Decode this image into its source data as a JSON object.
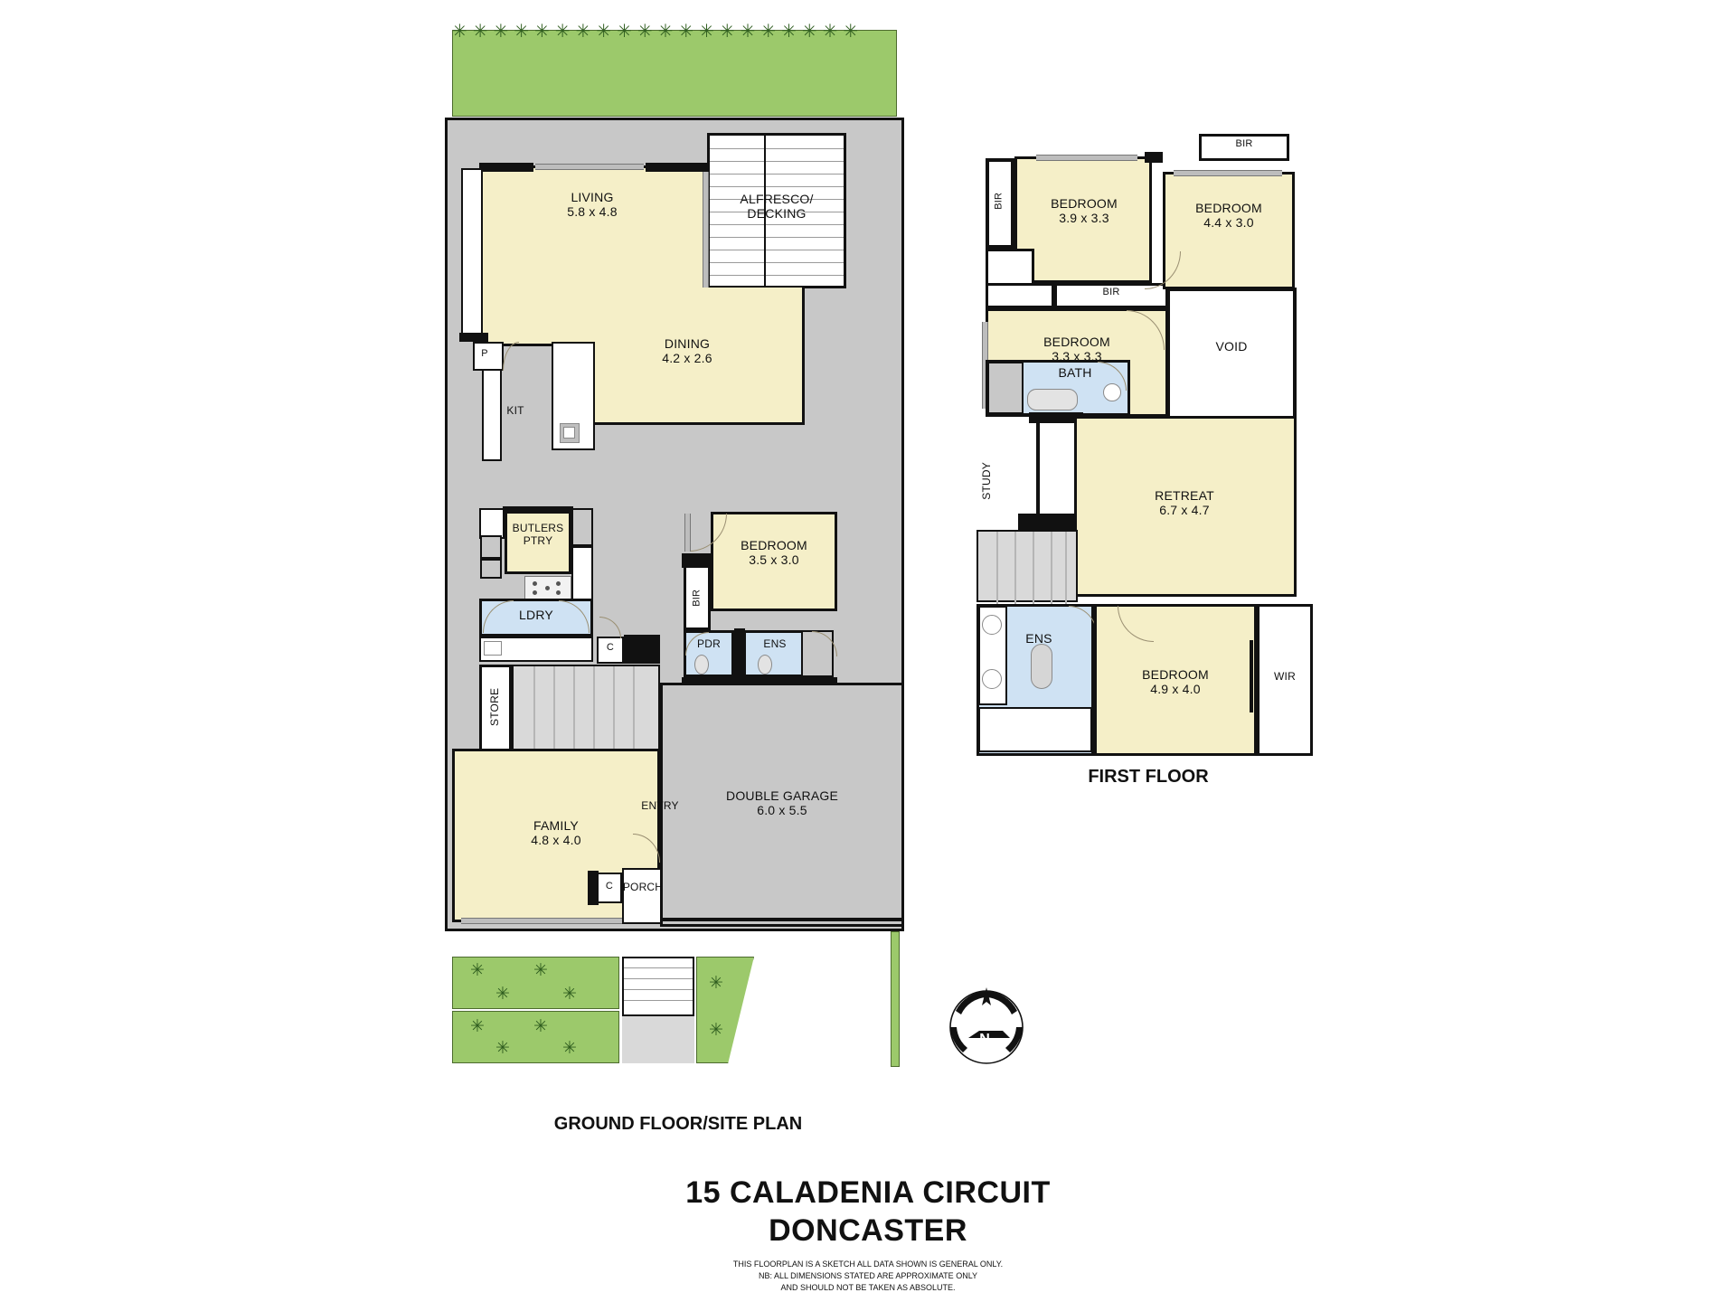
{
  "title": {
    "line1": "15 CALADENIA CIRCUIT",
    "line2": "DONCASTER"
  },
  "disclaimer": {
    "line1": "THIS FLOORPLAN IS A SKETCH  ALL DATA SHOWN IS GENERAL ONLY.",
    "line2": "NB: ALL DIMENSIONS STATED ARE APPROXIMATE ONLY",
    "line3": "AND SHOULD NOT BE TAKEN AS ABSOLUTE."
  },
  "floors": [
    {
      "id": "ground",
      "caption": "GROUND FLOOR/SITE PLAN"
    },
    {
      "id": "first",
      "caption": "FIRST FLOOR"
    }
  ],
  "compass": {
    "label": "N",
    "name": "north-arrow"
  },
  "ground_floor": {
    "rooms": [
      {
        "key": "living",
        "name": "LIVING",
        "dim": "5.8 x 4.8"
      },
      {
        "key": "alfresco",
        "name": "ALFRESCO/",
        "name2": "DECKING",
        "dim": ""
      },
      {
        "key": "dining",
        "name": "DINING",
        "dim": "4.2 x 2.6"
      },
      {
        "key": "kit",
        "name": "KIT",
        "dim": ""
      },
      {
        "key": "butlers",
        "name": "BUTLERS",
        "name2": "PTRY",
        "dim": ""
      },
      {
        "key": "ldry",
        "name": "LDRY",
        "dim": ""
      },
      {
        "key": "store",
        "name": "STORE",
        "dim": ""
      },
      {
        "key": "pdr",
        "name": "PDR",
        "dim": ""
      },
      {
        "key": "ens",
        "name": "ENS",
        "dim": ""
      },
      {
        "key": "bir",
        "name": "BIR",
        "dim": ""
      },
      {
        "key": "bedroom",
        "name": "BEDROOM",
        "dim": "3.5 x 3.0"
      },
      {
        "key": "family",
        "name": "FAMILY",
        "dim": "4.8 x 4.0"
      },
      {
        "key": "entry",
        "name": "ENTRY",
        "dim": ""
      },
      {
        "key": "porch",
        "name": "PORCH",
        "dim": ""
      },
      {
        "key": "garage",
        "name": "DOUBLE GARAGE",
        "dim": "6.0 x 5.5"
      },
      {
        "key": "p_closet",
        "name": "P",
        "dim": ""
      },
      {
        "key": "c_closet_1",
        "name": "C",
        "dim": ""
      },
      {
        "key": "c_closet_2",
        "name": "C",
        "dim": ""
      }
    ]
  },
  "first_floor": {
    "rooms": [
      {
        "key": "bed1",
        "name": "BEDROOM",
        "dim": "3.9 x 3.3"
      },
      {
        "key": "bed2",
        "name": "BEDROOM",
        "dim": "4.4 x 3.0"
      },
      {
        "key": "bed3",
        "name": "BEDROOM",
        "dim": "3.3 x 3.3"
      },
      {
        "key": "bed4",
        "name": "BEDROOM",
        "dim": "4.9 x 4.0"
      },
      {
        "key": "bath",
        "name": "BATH",
        "dim": ""
      },
      {
        "key": "void",
        "name": "VOID",
        "dim": ""
      },
      {
        "key": "retreat",
        "name": "RETREAT",
        "dim": "6.7 x 4.7"
      },
      {
        "key": "study",
        "name": "STUDY",
        "dim": ""
      },
      {
        "key": "ens",
        "name": "ENS",
        "dim": ""
      },
      {
        "key": "wir",
        "name": "WIR",
        "dim": ""
      },
      {
        "key": "bir1",
        "name": "BIR",
        "dim": ""
      },
      {
        "key": "bir2",
        "name": "BIR",
        "dim": ""
      },
      {
        "key": "bir3",
        "name": "BIR",
        "dim": ""
      }
    ]
  },
  "colors": {
    "room_fill": "#f5efc8",
    "wet_fill": "#cfe2f3",
    "hard_fill": "#c8c8c8",
    "lawn_fill": "#9cc96b",
    "wall": "#111111"
  }
}
